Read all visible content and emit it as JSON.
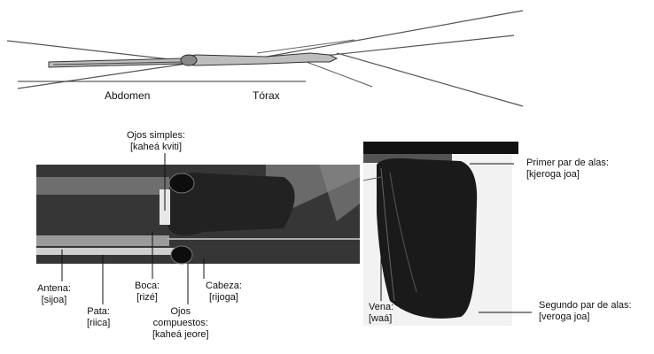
{
  "top_view": {
    "abdomen_label": "Abdomen",
    "thorax_label": "Tórax"
  },
  "head_view": {
    "simple_eyes": {
      "name": "Ojos simples:",
      "term": "[kaheá kviti]"
    },
    "antenna": {
      "name": "Antena:",
      "term": "[sijoa]"
    },
    "leg": {
      "name": "Pata:",
      "term": "[riica]"
    },
    "mouth": {
      "name": "Boca:",
      "term": "[rizé]"
    },
    "head": {
      "name": "Cabeza:",
      "term": "[rijoga]"
    },
    "compound_eyes": {
      "name1": "Ojos",
      "name2": "compuestos:",
      "term": "[kaheá jeore]"
    }
  },
  "wing_view": {
    "first_wings": {
      "name": "Primer par de alas:",
      "term": "[kjeroga joa]"
    },
    "vein": {
      "name": "Vena:",
      "term": "[waá]"
    },
    "second_wings": {
      "name": "Segundo par de alas:",
      "term": "[veroga joa]"
    }
  }
}
